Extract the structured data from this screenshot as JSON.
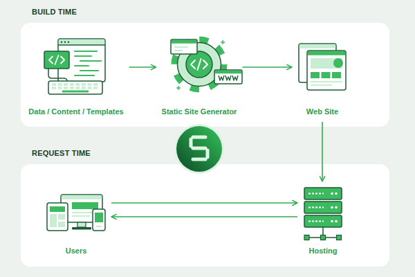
{
  "diagram": {
    "nodes": [
      {
        "text": [
          "BUILD TIME"
        ]
      },
      {
        "text": [
          "Data / Content / Templates"
        ],
        "in": 0
      },
      {
        "text": [
          "Static Site Generator"
        ],
        "in": 0
      },
      {
        "text": [
          "Web Site"
        ],
        "in": 0
      },
      {
        "text": [
          "REQUEST TIME"
        ]
      },
      {
        "text": [
          "Users"
        ],
        "in": 4
      },
      {
        "text": [
          "Hosting"
        ],
        "in": 4
      }
    ],
    "edges": [
      {
        "from": 1,
        "to": 2,
        "arrow": "to"
      },
      {
        "from": 2,
        "to": 3,
        "arrow": "to"
      },
      {
        "from": 3,
        "to": 6,
        "arrow": "to"
      },
      {
        "from": 5,
        "to": 6,
        "arrow": "to"
      },
      {
        "from": 6,
        "to": 5,
        "arrow": "to"
      }
    ]
  }
}
